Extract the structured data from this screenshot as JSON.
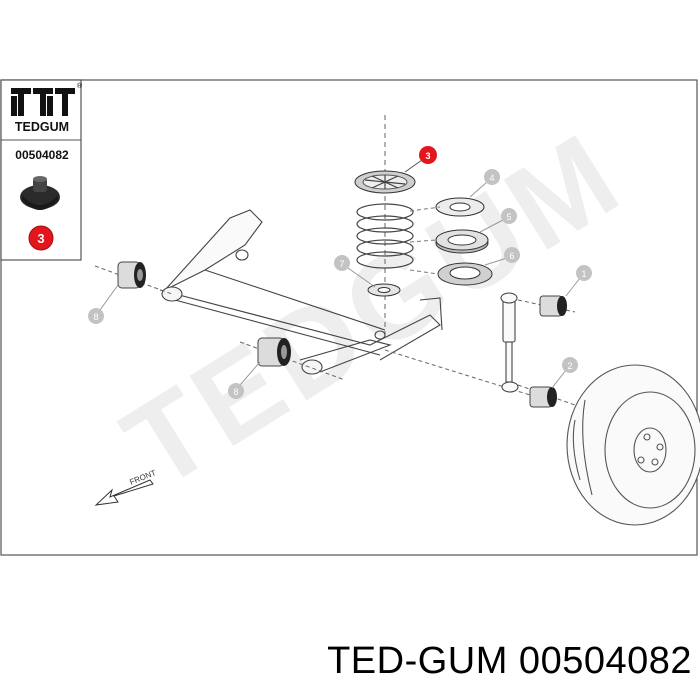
{
  "brand": {
    "name": "TEDGUM",
    "part_number": "00504082",
    "registered_mark": "®"
  },
  "highlight_badge": "3",
  "watermark": "TEDGUM",
  "direction_label": "FRONT",
  "callouts": [
    {
      "id": "c1",
      "label": "1"
    },
    {
      "id": "c2",
      "label": "2"
    },
    {
      "id": "c3",
      "label": "3"
    },
    {
      "id": "c4",
      "label": "4"
    },
    {
      "id": "c5",
      "label": "5"
    },
    {
      "id": "c6",
      "label": "6"
    },
    {
      "id": "c7",
      "label": "7"
    },
    {
      "id": "c8a",
      "label": "8"
    },
    {
      "id": "c8b",
      "label": "8"
    }
  ],
  "footer": {
    "title": "TED-GUM 00504082"
  },
  "colors": {
    "highlight": "#e3161e",
    "callout_gray": "#b9b9b9",
    "line": "#333333",
    "watermark": "#eeeeee"
  }
}
